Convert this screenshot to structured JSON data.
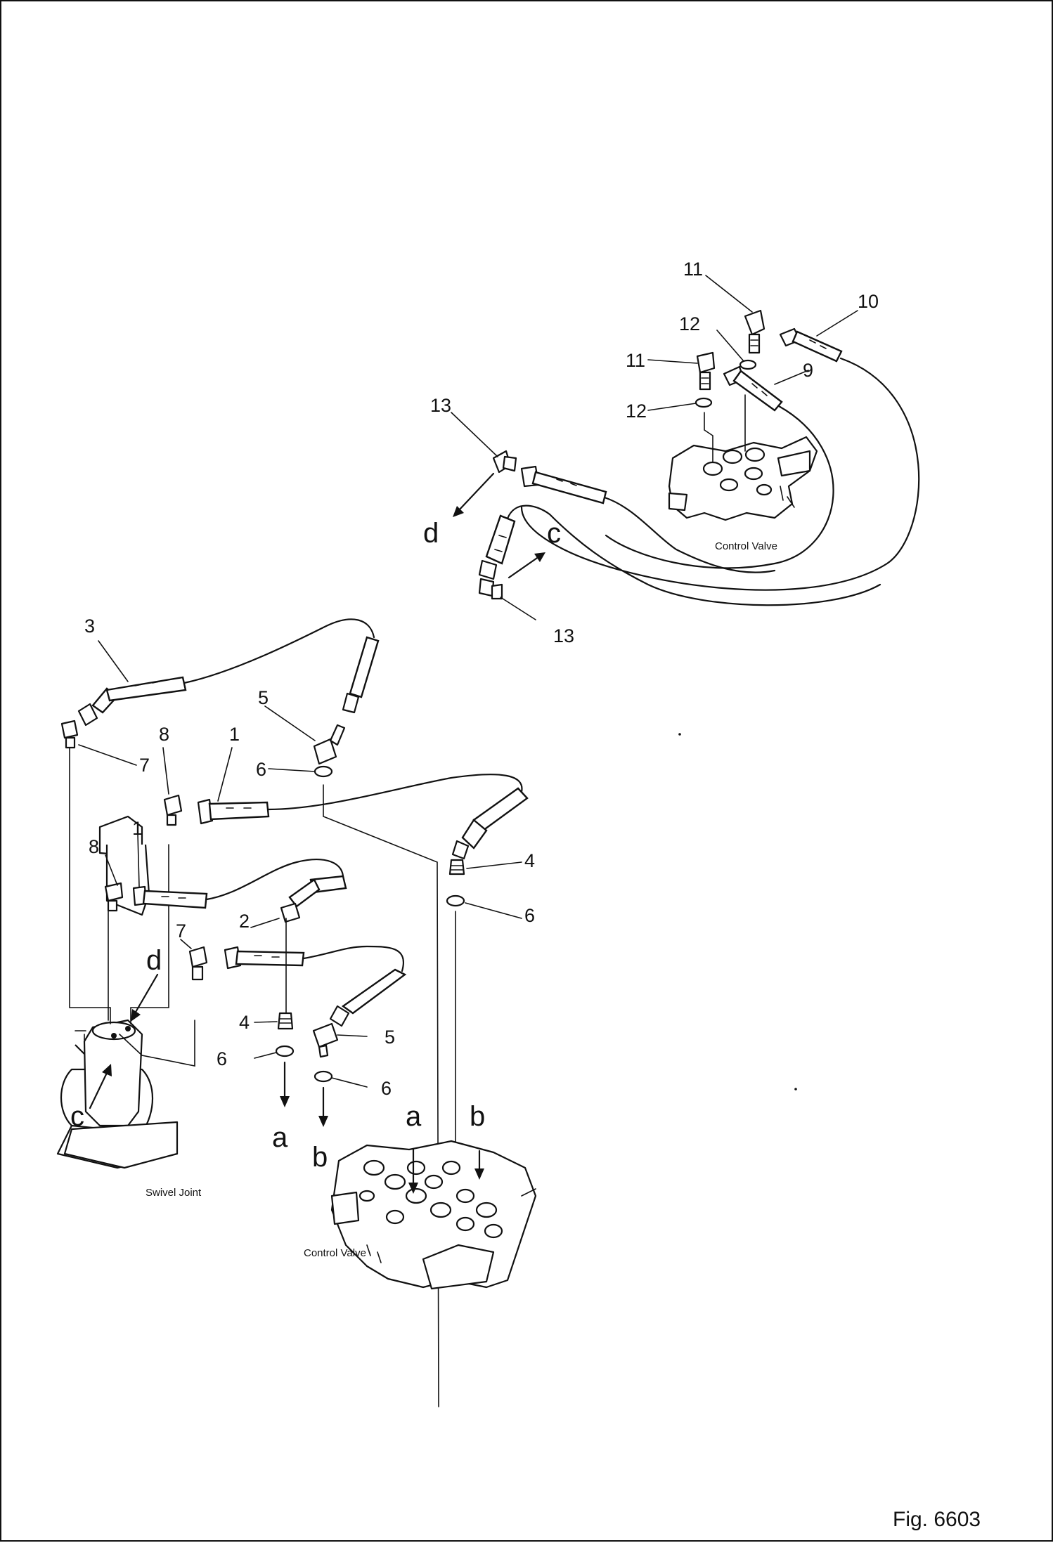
{
  "callouts": {
    "c1a": "1",
    "c1b": "1",
    "c2": "2",
    "c3": "3",
    "c4a": "4",
    "c4b": "4",
    "c5a": "5",
    "c5b": "5",
    "c6a": "6",
    "c6b": "6",
    "c6c": "6",
    "c6d": "6",
    "c7a": "7",
    "c7b": "7",
    "c8a": "8",
    "c8b": "8",
    "c9": "9",
    "c10": "10",
    "c11a": "11",
    "c11b": "11",
    "c12a": "12",
    "c12b": "12",
    "c13a": "13",
    "c13b": "13"
  },
  "letters": {
    "a1": "a",
    "a2": "a",
    "b1": "b",
    "b2": "b",
    "c1": "c",
    "c2": "c",
    "d1": "d",
    "d2": "d"
  },
  "labels": {
    "control_valve_top": "Control Valve",
    "control_valve_bottom": "Control Valve",
    "swivel_joint": "Swivel Joint"
  },
  "figure_number": "Fig. 6603"
}
